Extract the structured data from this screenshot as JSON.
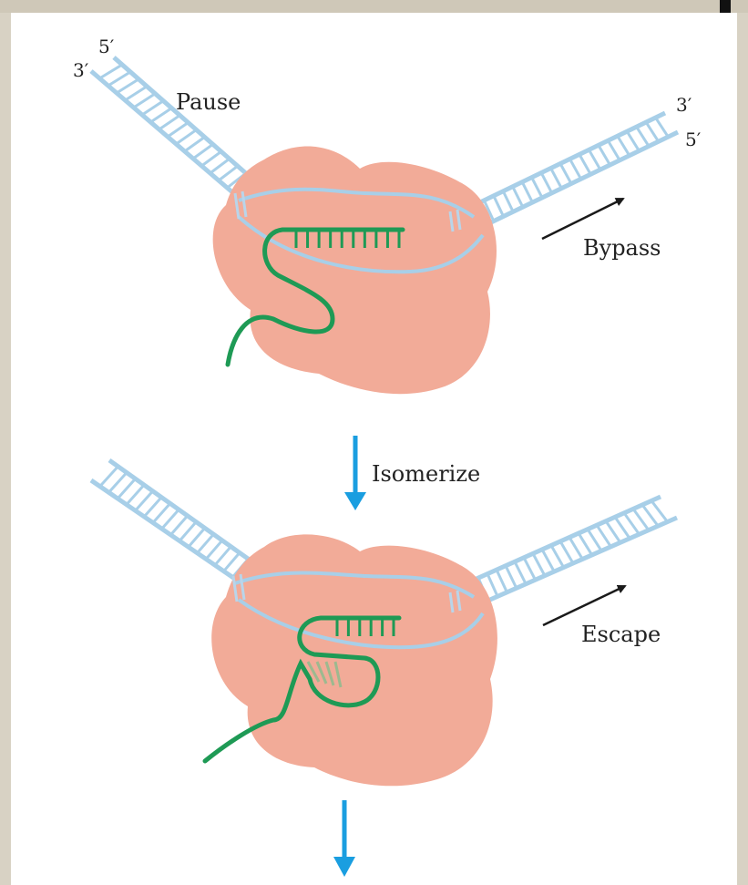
{
  "labels": {
    "five_prime": "5′",
    "three_prime": "3′",
    "pause": "Pause",
    "bypass": "Bypass",
    "isomerize": "Isomerize",
    "escape": "Escape"
  },
  "colors": {
    "dna": "#a8cfe8",
    "dna_rung": "#a8cfe8",
    "rna": "#1e9a55",
    "polymerase": "#f2ab98",
    "blue_arrow": "#1a9ee0",
    "black_arrow": "#1a1a1a",
    "background": "#ffffff",
    "border": "#d8d2c4"
  }
}
